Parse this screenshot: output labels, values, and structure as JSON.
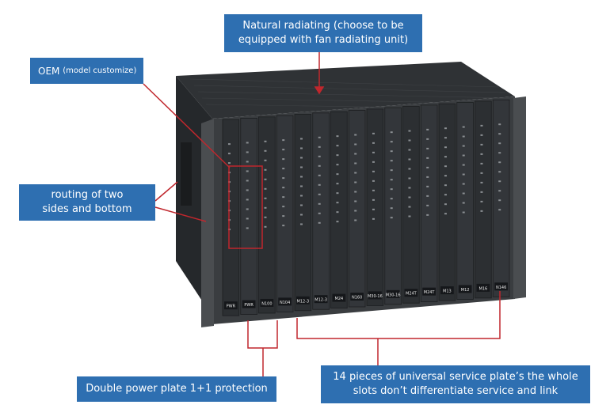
{
  "callouts": {
    "top_line1": "Natural radiating (choose to be",
    "top_line2": "equipped with fan radiating unit)",
    "oem_main": "OEM",
    "oem_sub": "(model customize)",
    "routing_line1": "routing of two",
    "routing_line2": "sides and bottom",
    "power": "Double power plate 1+1 protection",
    "universal_line1": "14 pieces of universal service plate’s the whole",
    "universal_line2": "slots don’t differentiate service and link"
  },
  "card_labels": [
    "PWR",
    "PWR",
    "N100",
    "N104",
    "M12-3",
    "M12-3",
    "M24",
    "N160",
    "M30-16",
    "M30-16",
    "M24T",
    "M24T",
    "M13",
    "M12",
    "M16",
    "N146"
  ],
  "colors": {
    "callout_bg": "#2e6fb1",
    "leader": "#c0272d",
    "chassis": "#3a3d40"
  }
}
